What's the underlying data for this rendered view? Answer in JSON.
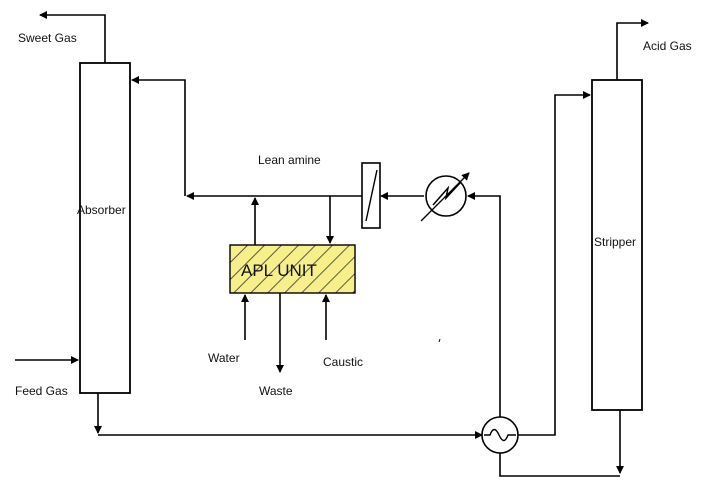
{
  "labels": {
    "sweet_gas": "Sweet Gas",
    "absorber": "Absorber",
    "feed_gas": "Feed Gas",
    "lean_amine": "Lean amine",
    "apl_unit": "APL UNIT",
    "water": "Water",
    "waste": "Waste",
    "caustic": "Caustic",
    "acid_gas": "Acid Gas",
    "stripper": "Stripper"
  },
  "colors": {
    "apl_fill": "#f7f08a",
    "apl_hatch": "#333333",
    "line": "#000000",
    "background": "#ffffff"
  },
  "icons": {
    "cooler": "cooler-icon",
    "filter": "filter-icon",
    "heat_exchanger": "heat-exchanger-icon"
  }
}
